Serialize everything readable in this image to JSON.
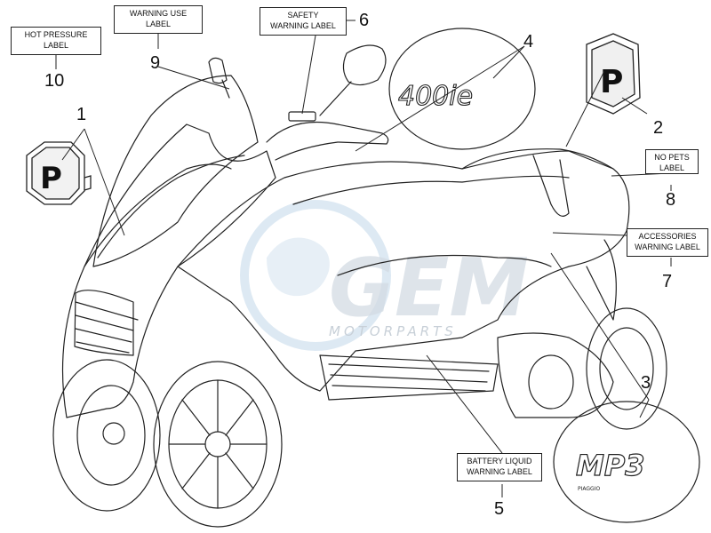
{
  "callouts": [
    {
      "number": "1"
    },
    {
      "number": "2"
    },
    {
      "number": "3"
    },
    {
      "number": "4"
    },
    {
      "number": "5",
      "label": [
        "BATTERY LIQUID",
        "WARNING LABEL"
      ]
    },
    {
      "number": "6",
      "label": [
        "SAFETY",
        "WARNING LABEL"
      ]
    },
    {
      "number": "7",
      "label": [
        "ACCESSORIES",
        "WARNING LABEL"
      ]
    },
    {
      "number": "8",
      "label": [
        "NO PETS",
        "LABEL"
      ]
    },
    {
      "number": "9",
      "label": [
        "WARNING USE",
        "LABEL"
      ]
    },
    {
      "number": "10",
      "label": [
        "HOT PRESSURE",
        "LABEL"
      ]
    }
  ],
  "decals": {
    "model_badge": "400ie",
    "mp3_logo": "MP3",
    "mp3_sub": "PIAGGIO"
  },
  "watermark": {
    "brand": "GEM",
    "sub": "MOTORPARTS"
  },
  "colors": {
    "line": "#222222",
    "watermark": "#c8d0d8",
    "watermark_globe": "#cfe0ee"
  }
}
